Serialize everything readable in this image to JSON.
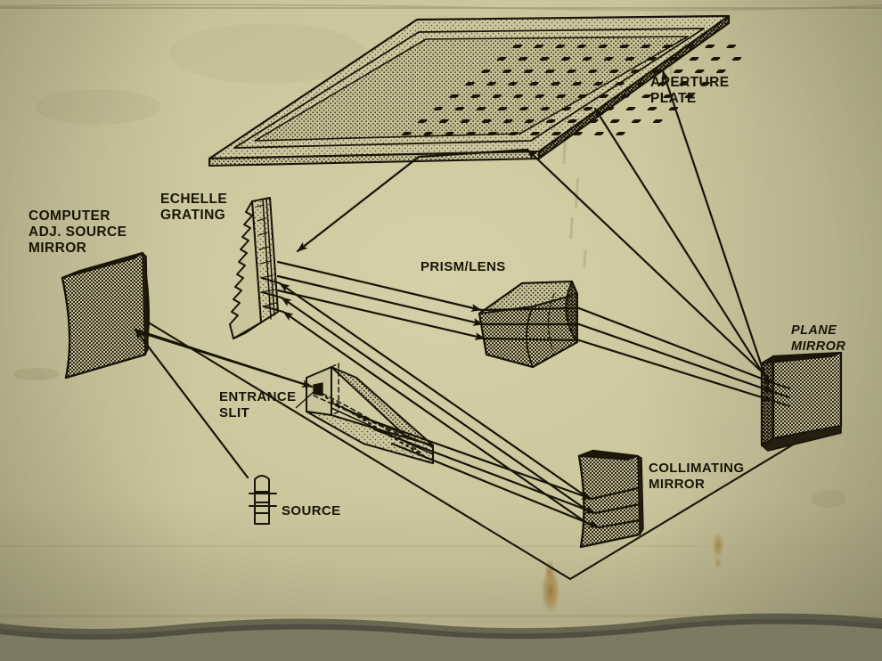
{
  "document": {
    "type": "optical-schematic",
    "subject": "Echelle spectrometer light path",
    "medium": "photograph of aged printed paper diagram",
    "paper_color": "#cfc9a2",
    "ink_color": "#191408",
    "backdrop_color": "#7b7a63"
  },
  "labels": {
    "computer_adj_source_mirror": {
      "line1": "COMPUTER",
      "line2": "ADJ. SOURCE",
      "line3": "MIRROR"
    },
    "echelle_grating": {
      "line1": "ECHELLE",
      "line2": "GRATING"
    },
    "aperture_plate": {
      "line1": "APERTURE",
      "line2": "PLATE"
    },
    "prism_lens": {
      "line1": "PRISM/LENS"
    },
    "plane_mirror": {
      "line1": "PLANE",
      "line2": "MIRROR"
    },
    "collimating_mirror": {
      "line1": "COLLIMATING",
      "line2": "MIRROR"
    },
    "entrance_slit": {
      "line1": "ENTRANCE",
      "line2": "SLIT"
    },
    "source": {
      "line1": "SOURCE"
    }
  },
  "components": [
    {
      "name": "aperture-plate",
      "label": "APERTURE PLATE",
      "kind": "perforated-plate",
      "fill": "halftone"
    },
    {
      "name": "echelle-grating",
      "label": "ECHELLE GRATING",
      "kind": "blazed-grating",
      "fill": "ruled"
    },
    {
      "name": "computer-adj-source-mirror",
      "label": "COMPUTER ADJ. SOURCE MIRROR",
      "kind": "curved-mirror",
      "fill": "halftone"
    },
    {
      "name": "prism-lens",
      "label": "PRISM/LENS",
      "kind": "prism",
      "fill": "halftone"
    },
    {
      "name": "plane-mirror",
      "label": "PLANE MIRROR",
      "kind": "flat-mirror",
      "fill": "halftone"
    },
    {
      "name": "collimating-mirror",
      "label": "COLLIMATING MIRROR",
      "kind": "concave-mirror",
      "fill": "halftone"
    },
    {
      "name": "entrance-slit",
      "label": "ENTRANCE SLIT",
      "kind": "slit-block",
      "fill": "halftone"
    },
    {
      "name": "source",
      "label": "SOURCE",
      "kind": "lamp",
      "fill": "outline"
    }
  ],
  "beam_paths": [
    {
      "from": "source",
      "to": "computer-adj-source-mirror"
    },
    {
      "from": "computer-adj-source-mirror",
      "to": "entrance-slit"
    },
    {
      "from": "entrance-slit",
      "to": "collimating-mirror"
    },
    {
      "from": "collimating-mirror",
      "to": "echelle-grating"
    },
    {
      "from": "echelle-grating",
      "to": "prism-lens"
    },
    {
      "from": "prism-lens",
      "to": "plane-mirror"
    },
    {
      "from": "plane-mirror",
      "to": "aperture-plate"
    }
  ]
}
